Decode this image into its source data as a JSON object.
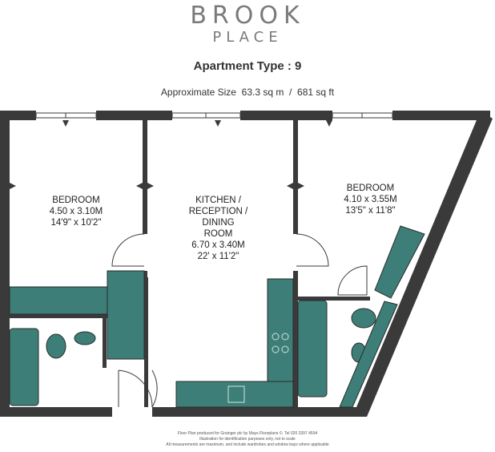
{
  "brand": {
    "line1": "BROOK",
    "line2": "PLACE"
  },
  "heading": "Apartment Type : 9",
  "size": {
    "label": "Approximate Size",
    "sqm": "63.3 sq m",
    "separator": "/",
    "sqft": "681 sq ft"
  },
  "rooms": [
    {
      "name": "BEDROOM",
      "metric": "4.50 x 3.10M",
      "imperial": "14'9\" x 10'2\""
    },
    {
      "name_line1": "KITCHEN /",
      "name_line2": "RECEPTION /",
      "name_line3": "DINING",
      "name_line4": "ROOM",
      "metric": "6.70 x 3.40M",
      "imperial": "22' x 11'2\""
    },
    {
      "name": "BEDROOM",
      "metric": "4.10 x 3.55M",
      "imperial": "13'5\" x 11'8\""
    }
  ],
  "footer": {
    "line1": "Floor Plan produced for Grainger plc by Mays Floorplans ©. Tel 020 3397 4594",
    "line2": "Illustration for identification purposes only, not to scale",
    "line3": "All measurements are maximum, and include wardrobes and window bays where applicable"
  },
  "colors": {
    "wall": "#3a3a3a",
    "fixture": "#3d7f78",
    "fixture_dark": "#2f6a64",
    "text": "#222222"
  }
}
